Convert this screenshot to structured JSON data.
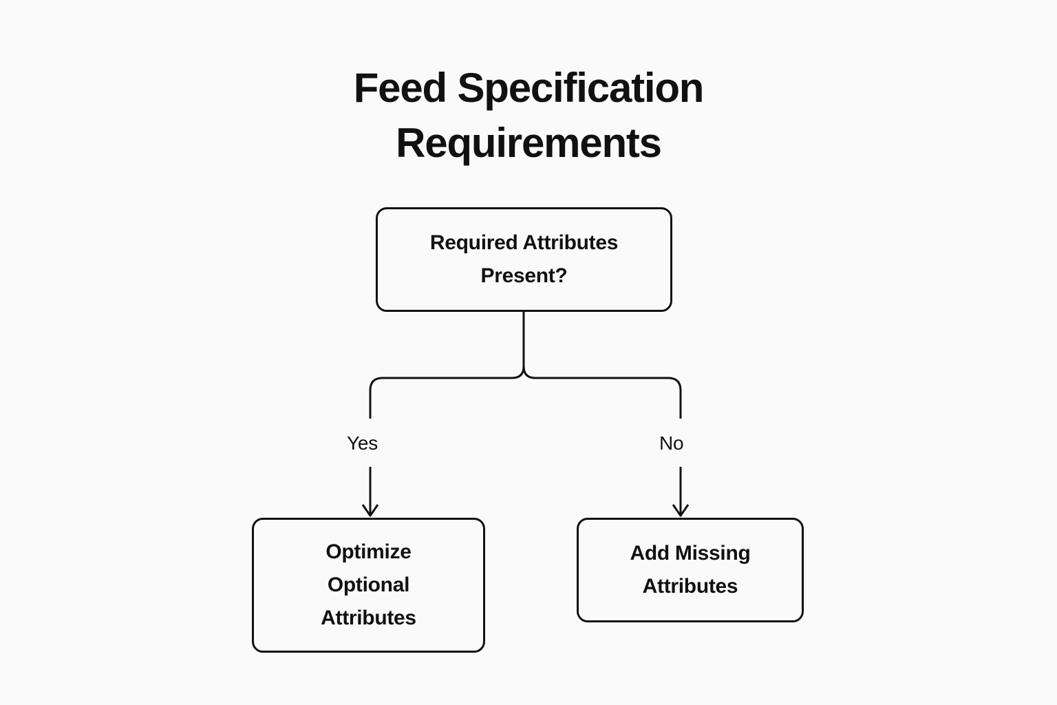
{
  "page": {
    "title": "Feed Specification\nRequirements",
    "background_color": "#fafafa",
    "ink_color": "#111111"
  },
  "diagram": {
    "type": "flowchart",
    "orientation": "top-down",
    "decision": {
      "id": "required-attributes-present",
      "label": "Required Attributes\nPresent?",
      "shape": "rounded-rectangle"
    },
    "branches": [
      {
        "id": "branch-yes",
        "edge_label": "Yes",
        "target": {
          "id": "optimize-optional-attributes",
          "label": "Optimize\nOptional\nAttributes",
          "shape": "rounded-rectangle"
        }
      },
      {
        "id": "branch-no",
        "edge_label": "No",
        "target": {
          "id": "add-missing-attributes",
          "label": "Add Missing\nAttributes",
          "shape": "rounded-rectangle"
        }
      }
    ]
  }
}
